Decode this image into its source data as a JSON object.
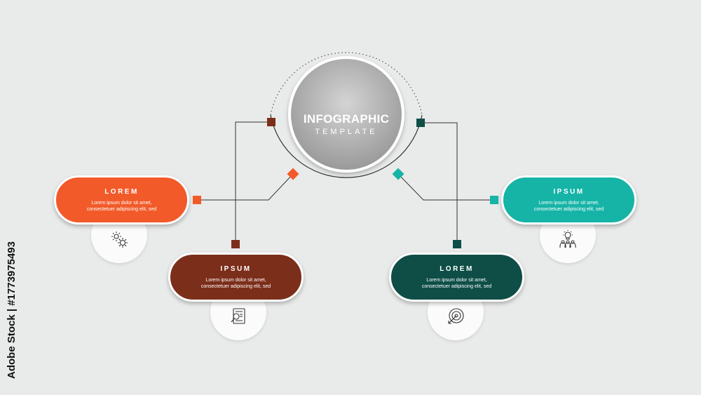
{
  "center": {
    "title": "INFOGRAPHIC",
    "subtitle": "TEMPLATE"
  },
  "steps": [
    {
      "title": "LOREM",
      "line1": "Lorem ipsum dolor sit amet,",
      "line2": "consectetuer adipiscing elit, sed",
      "color": "#f25a2a",
      "icon": "gears-icon"
    },
    {
      "title": "IPSUM",
      "line1": "Lorem ipsum dolor sit amet,",
      "line2": "consectetuer adipiscing elit, sed",
      "color": "#7b2e1a",
      "icon": "document-search-icon"
    },
    {
      "title": "LOREM",
      "line1": "Lorem ipsum dolor sit amet,",
      "line2": "consectetuer adipiscing elit, sed",
      "color": "#0e4e47",
      "icon": "target-icon"
    },
    {
      "title": "IPSUM",
      "line1": "Lorem ipsum dolor sit amet,",
      "line2": "consectetuer adipiscing elit, sed",
      "color": "#16b4a7",
      "icon": "team-idea-icon"
    }
  ],
  "watermark": {
    "text": "Adobe Stock | #1773975493"
  }
}
